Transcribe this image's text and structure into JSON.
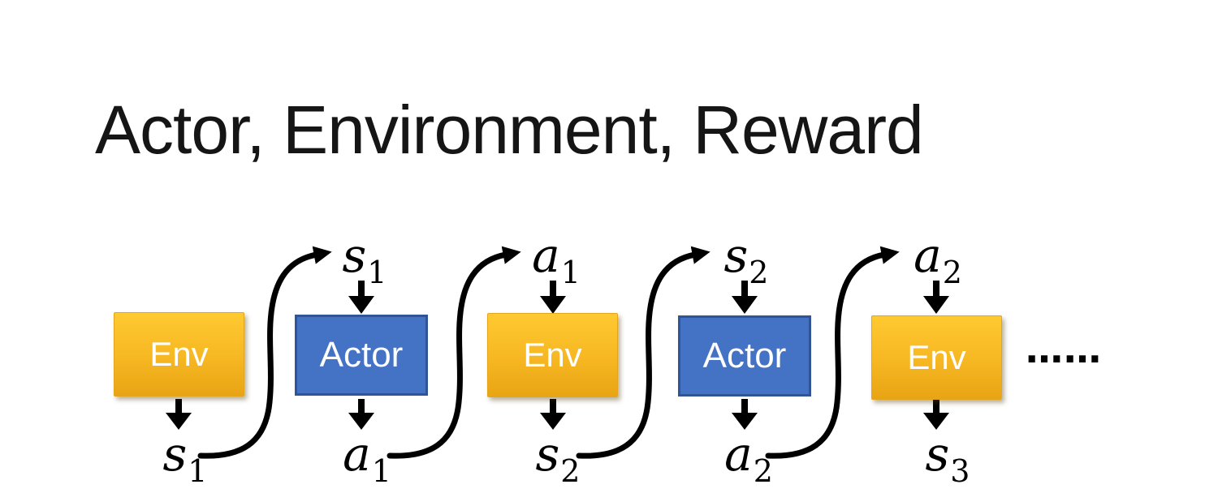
{
  "title": "Actor, Environment, Reward",
  "diagram": {
    "boxes": [
      {
        "label": "Env",
        "type": "env"
      },
      {
        "label": "Actor",
        "type": "actor"
      },
      {
        "label": "Env",
        "type": "env"
      },
      {
        "label": "Actor",
        "type": "actor"
      },
      {
        "label": "Env",
        "type": "env"
      }
    ],
    "top_labels": [
      {
        "base": "s",
        "sub": "1"
      },
      {
        "base": "a",
        "sub": "1"
      },
      {
        "base": "s",
        "sub": "2"
      },
      {
        "base": "a",
        "sub": "2"
      }
    ],
    "bottom_labels": [
      {
        "base": "s",
        "sub": "1"
      },
      {
        "base": "a",
        "sub": "1"
      },
      {
        "base": "s",
        "sub": "2"
      },
      {
        "base": "a",
        "sub": "2"
      },
      {
        "base": "s",
        "sub": "3"
      }
    ],
    "ellipsis": "……"
  },
  "colors": {
    "background": "#FFFFFF",
    "title_text": "#151515",
    "env_gradient_top": "#FFC931",
    "env_gradient_bottom": "#E9A414",
    "env_border": "#E2A51C",
    "actor_fill": "#4472C4",
    "actor_border": "#2F5597",
    "box_text": "#FFFFFF",
    "arrow": "#000000"
  }
}
